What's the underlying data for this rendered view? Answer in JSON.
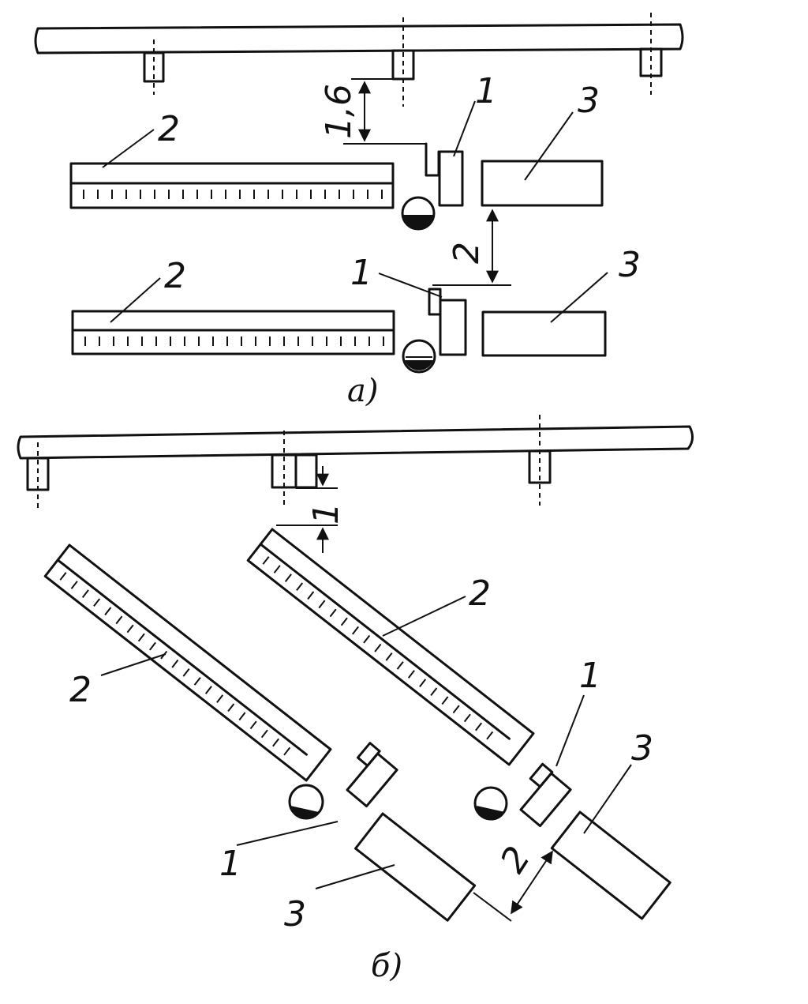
{
  "figure_a": {
    "caption": "а)",
    "dim_top": "1,6",
    "dim_mid": "2",
    "upper": {
      "label_1": "1",
      "label_2": "2",
      "label_3": "3"
    },
    "lower": {
      "label_1": "1",
      "label_2": "2",
      "label_3": "3"
    }
  },
  "figure_b": {
    "caption": "б)",
    "dim_top": "1",
    "dim_bottom": "2",
    "left": {
      "label_1": "1",
      "label_2": "2",
      "label_3": "3"
    },
    "right": {
      "label_1": "1",
      "label_2": "2",
      "label_3": "3"
    }
  }
}
